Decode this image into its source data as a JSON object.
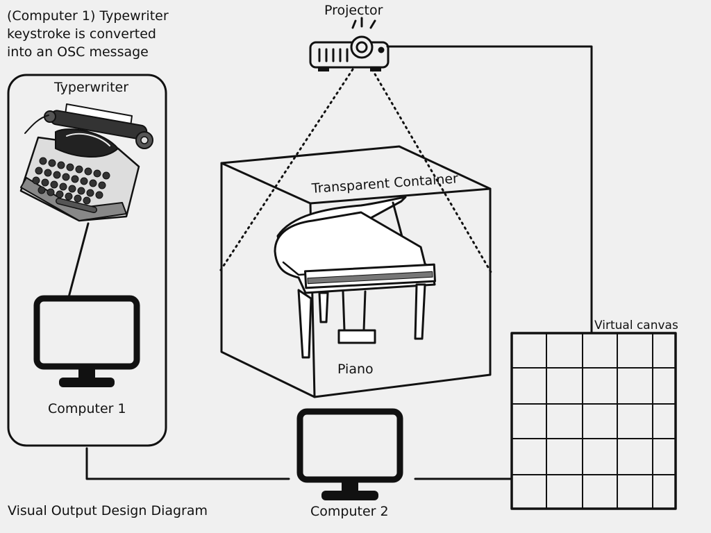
{
  "description_note": "(Computer 1) Typewriter keystroke is converted into an OSC message",
  "labels": {
    "projector": "Projector",
    "typewriter": "Typerwriter",
    "computer1": "Computer 1",
    "computer2": "Computer 2",
    "container": "Transparent Container",
    "piano": "Piano",
    "canvas": "Virtual canvas",
    "footer": "Visual Output Design Diagram"
  },
  "colors": {
    "background": "#f0f0f0",
    "stroke": "#111111"
  }
}
